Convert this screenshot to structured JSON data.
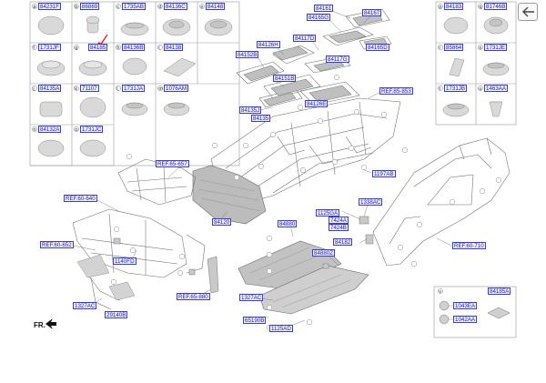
{
  "orientation_label": "FR.",
  "back_button": {
    "icon": "arrow-left-icon"
  },
  "colors": {
    "label_border": "#3b3bd6",
    "label_text": "#1a1aa8",
    "arrow": "#e8141c",
    "line": "#555555"
  },
  "grid_left": [
    {
      "letter": "a",
      "code": "84231F"
    },
    {
      "letter": "b",
      "code": "86869"
    },
    {
      "letter": "c",
      "code": "1735AB"
    },
    {
      "letter": "d",
      "code": "84136C"
    },
    {
      "letter": "e",
      "code": "84148"
    },
    {
      "letter": "f",
      "code": "1731JF"
    },
    {
      "letter": "g",
      "code": "84185"
    },
    {
      "letter": "h",
      "code": "84136B"
    },
    {
      "letter": "i",
      "code": "84138"
    },
    {
      "letter": "j",
      "code": "84135A"
    },
    {
      "letter": "k",
      "code": "71107"
    },
    {
      "letter": "l",
      "code": "1731JA"
    },
    {
      "letter": "m",
      "code": "1076AM"
    },
    {
      "letter": "n",
      "code": "84132A"
    },
    {
      "letter": "o",
      "code": "1731JC"
    }
  ],
  "grid_right": [
    {
      "letter": "p",
      "code": "84183"
    },
    {
      "letter": "q",
      "code": "81746B"
    },
    {
      "letter": "r",
      "code": "85864"
    },
    {
      "letter": "s",
      "code": "1731JE"
    },
    {
      "letter": "t",
      "code": "1731JB"
    },
    {
      "letter": "u",
      "code": "1463AA"
    }
  ],
  "bottom_box": {
    "title_code": "84185A",
    "codes": [
      "1043EA",
      "1042AA"
    ]
  },
  "callouts": {
    "c84161": "84161",
    "c84165G": "84165G",
    "c84167": "84167",
    "c84126H": "84126H",
    "c84117D": "84117D",
    "c84165D": "84165D",
    "c84152B": "84152B",
    "c84117G": "84117G",
    "c84151B": "84151B",
    "c84126E": "84126E",
    "c84135J": "84135J",
    "c84135": "84135",
    "ref_85853": "REF.85-853",
    "ref_65657": "REF.65-657",
    "ref_60640": "REF.60-640",
    "ref_60652": "REF.60-652",
    "ref_65880": "REF.65-880",
    "ref_60710": "REF.60-710",
    "c84120": "84120",
    "c1140FD": "1140FD",
    "c1327AC_left": "1327AC",
    "c29140B": "29140B",
    "c84880": "84880",
    "c1125GA": "1125GA",
    "c1338AC": "1338AC",
    "c1197AB": "1197AB",
    "c84182": "84182",
    "c84880Z": "84880Z",
    "c1327AC_mid": "1327AC",
    "c65190B": "65190B",
    "c1125AD": "1125AD",
    "c7424A": "7424A",
    "c7424B": "7424B"
  }
}
